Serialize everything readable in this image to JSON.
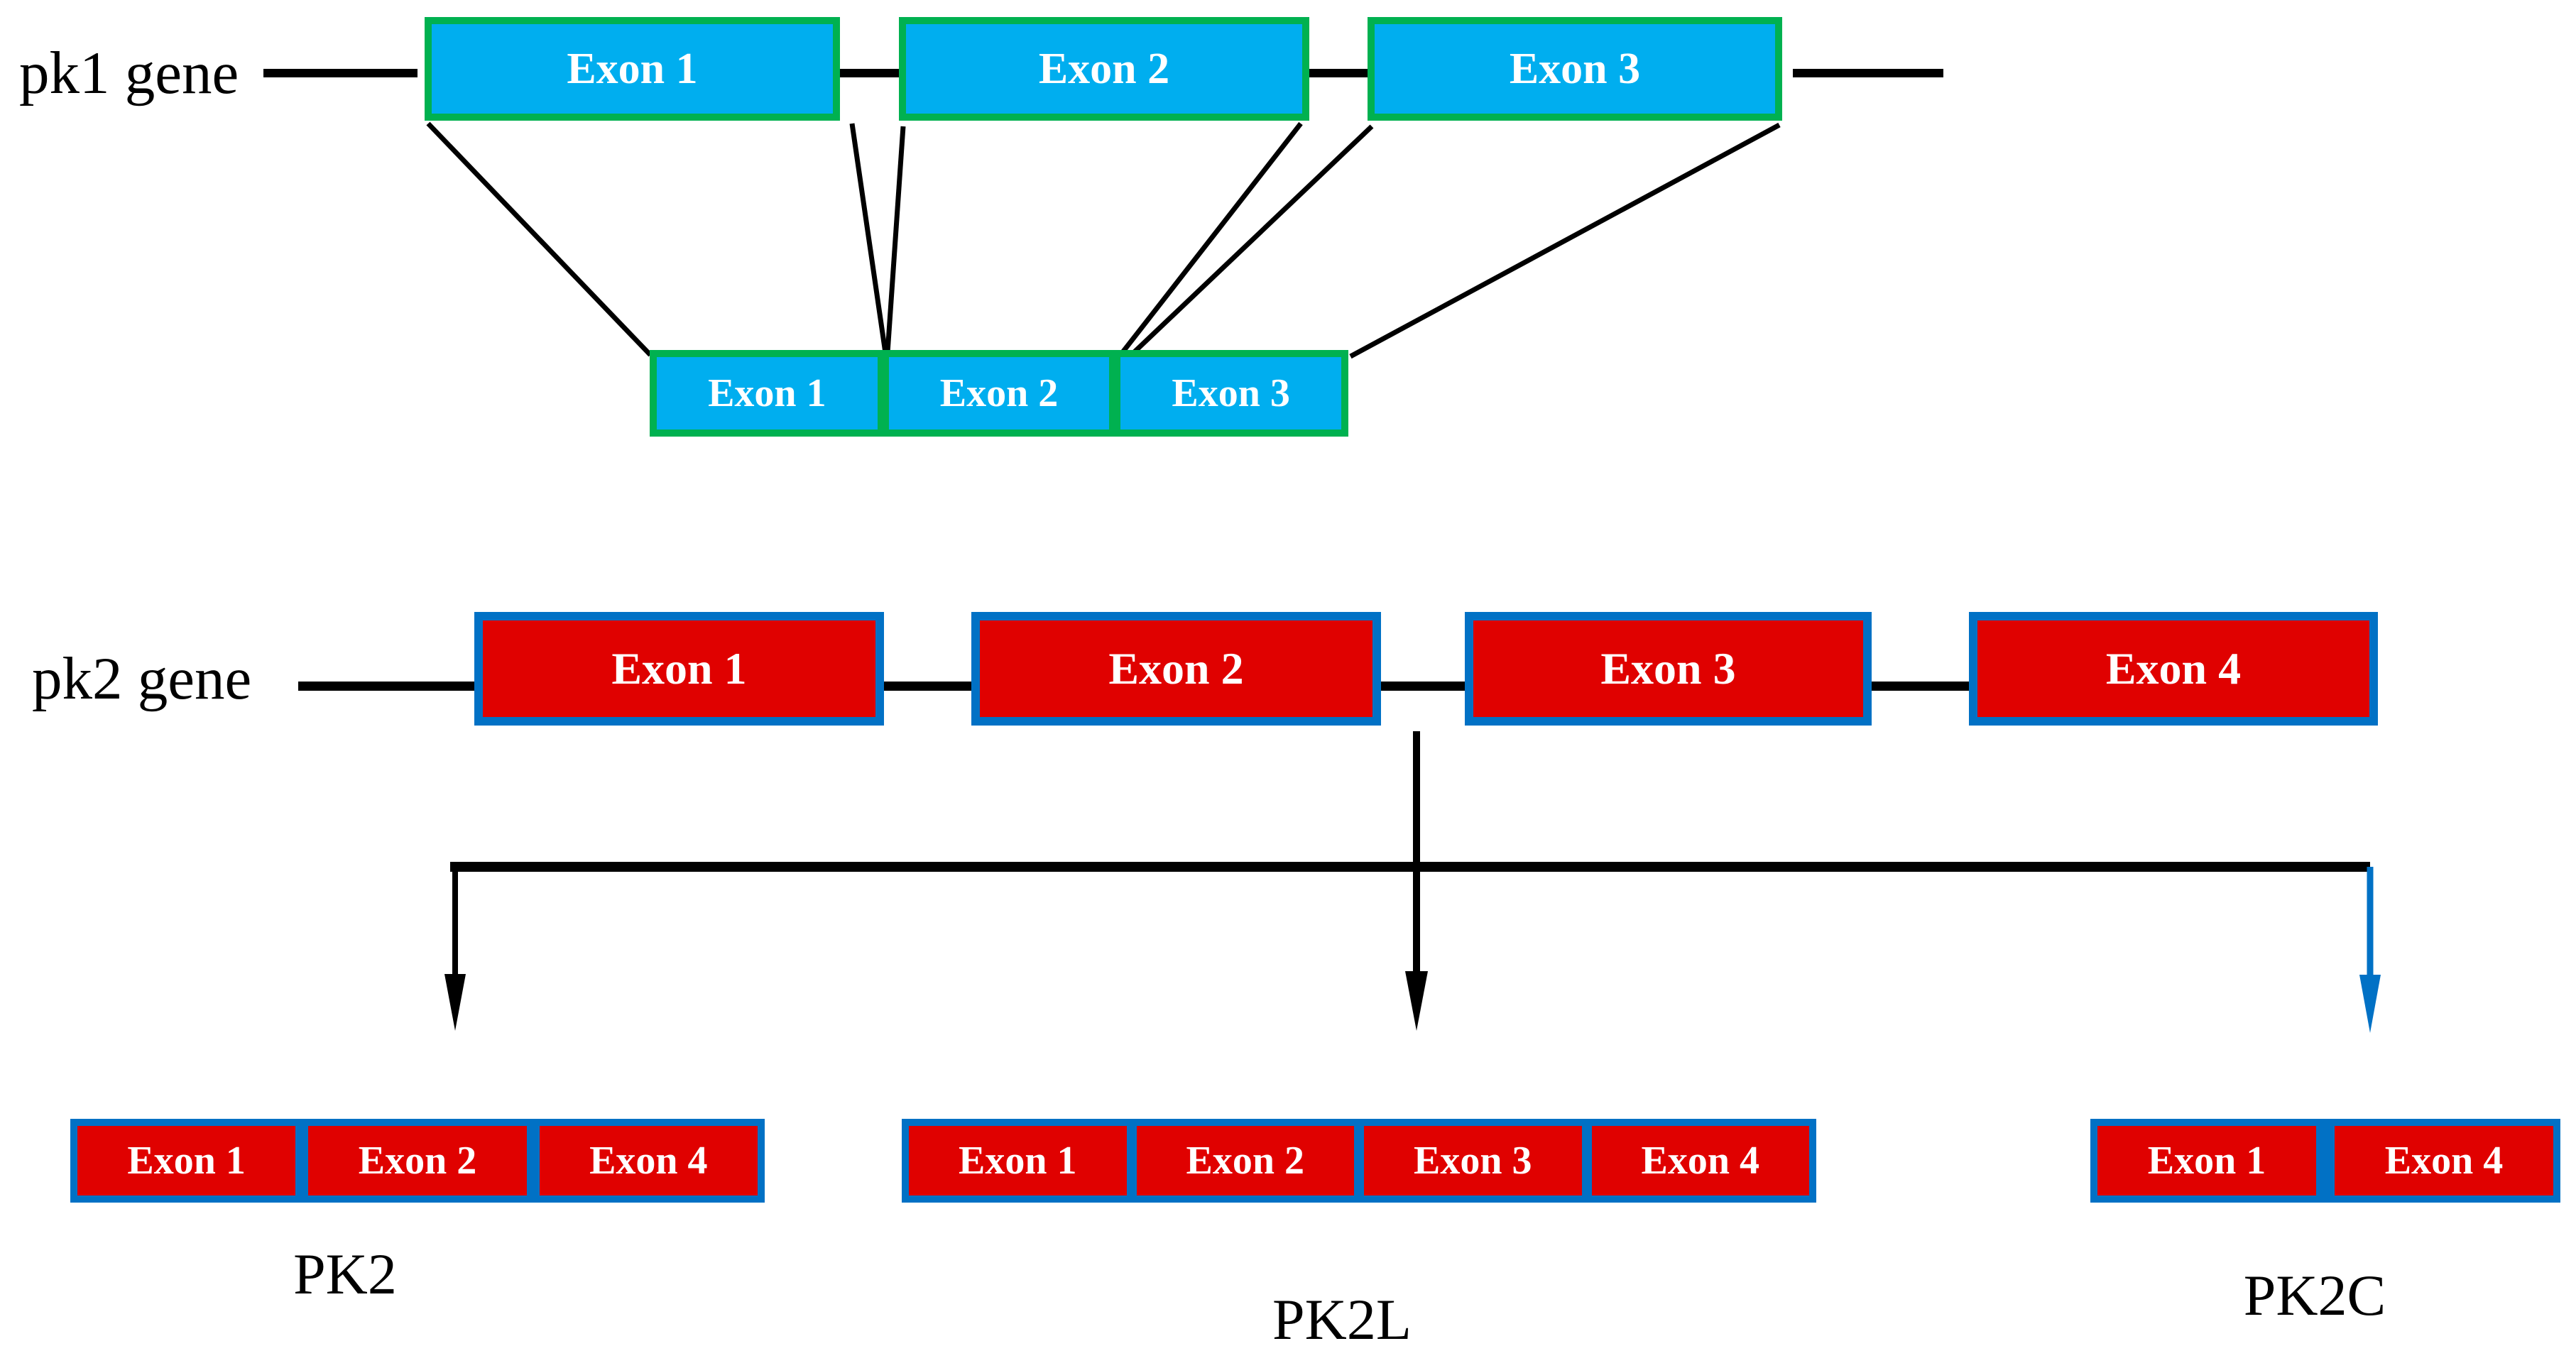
{
  "pk1": {
    "label": "pk1 gene",
    "exons": [
      "Exon 1",
      "Exon 2",
      "Exon 3"
    ],
    "mrna_exons": [
      "Exon 1",
      "Exon 2",
      "Exon 3"
    ]
  },
  "pk2": {
    "label": "pk2 gene",
    "exons": [
      "Exon 1",
      "Exon 2",
      "Exon 3",
      "Exon 4"
    ]
  },
  "products": [
    {
      "name": "PK2",
      "exons": [
        "Exon 1",
        "Exon 2",
        "Exon 4"
      ]
    },
    {
      "name": "PK2L",
      "exons": [
        "Exon 1",
        "Exon 2",
        "Exon 3",
        "Exon 4"
      ]
    },
    {
      "name": "PK2C",
      "exons": [
        "Exon 1",
        "Exon 4"
      ]
    }
  ],
  "colors": {
    "pk1_exon_fill": "#00AEEF",
    "pk1_exon_border": "#00B150",
    "pk2_exon_fill": "#E00100",
    "pk2_exon_border": "#0171C5",
    "arrow_blue": "#0171C5",
    "line_black": "#000000",
    "exon_text": "#FFFFFF",
    "background": "#FFFFFF"
  }
}
